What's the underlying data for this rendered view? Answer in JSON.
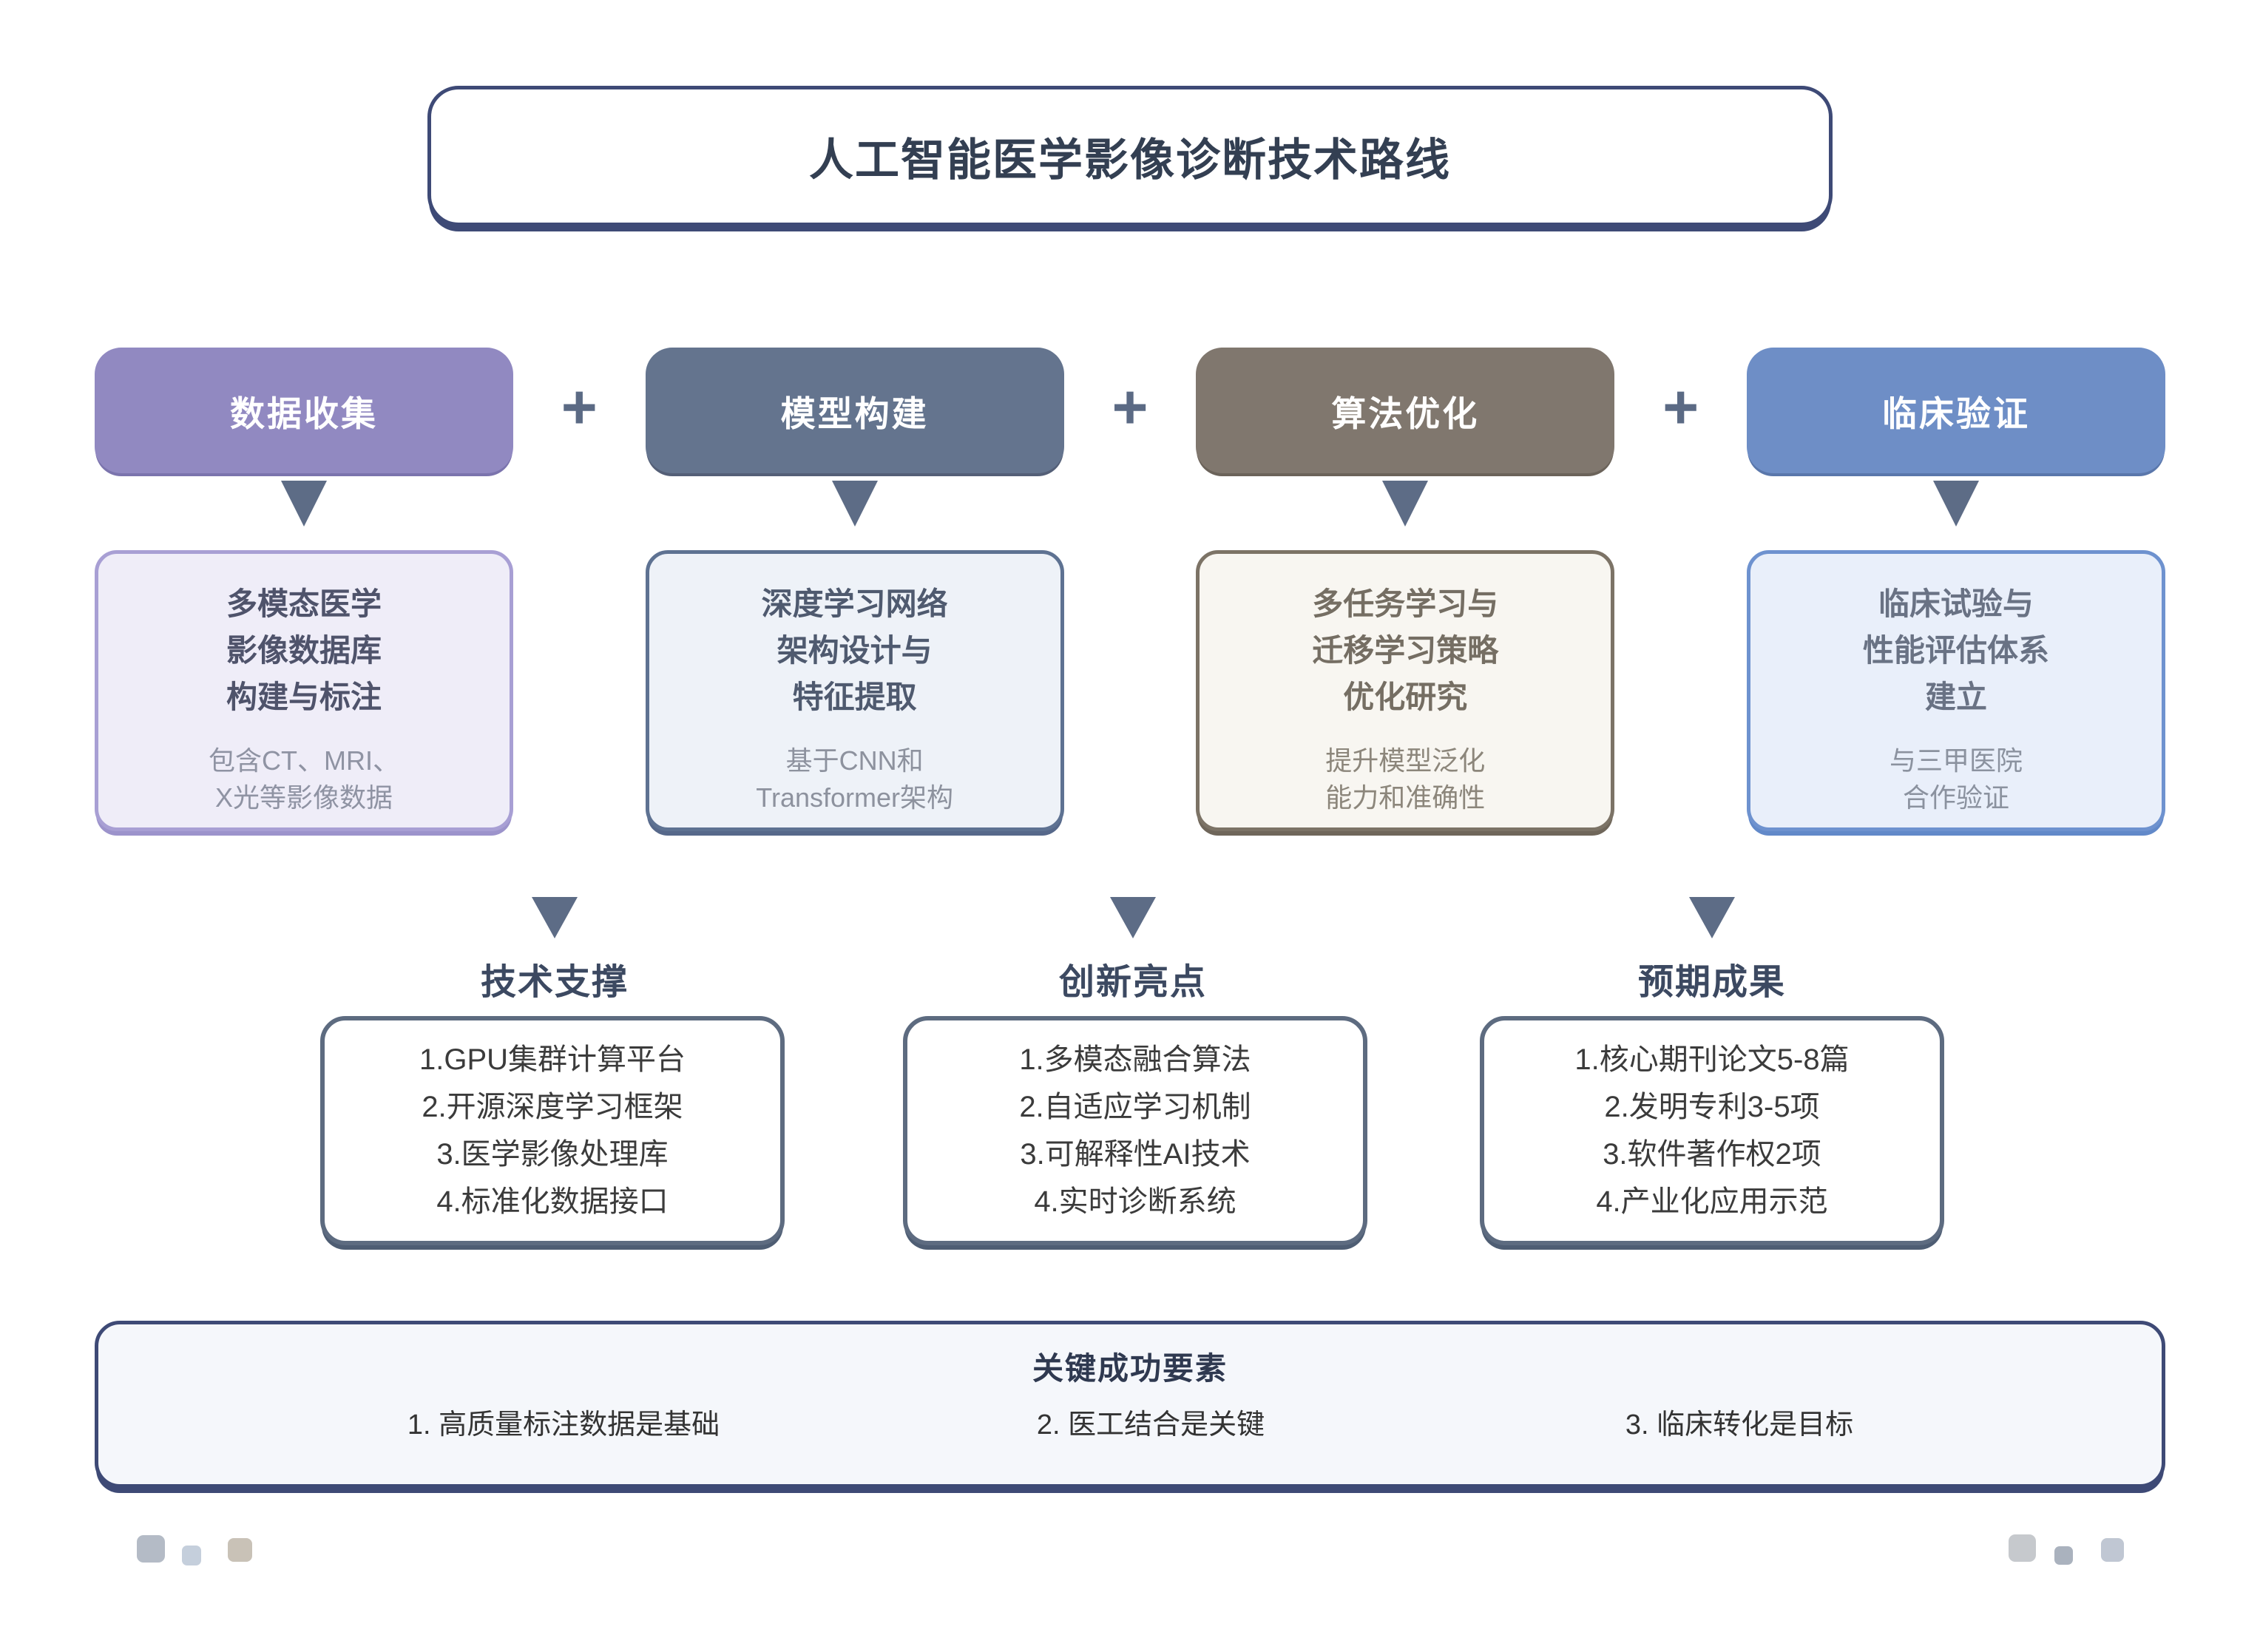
{
  "title": "人工智能医学影像诊断技术路线",
  "plus_label": "+",
  "phases": [
    {
      "label": "数据收集",
      "color": "#9189c1",
      "detail": {
        "title_lines": [
          "多模态医学",
          "影像数据库",
          "构建与标注"
        ],
        "subtitle_lines": [
          "包含CT、MRI、",
          "X光等影像数据"
        ],
        "border_color": "#a89fd4",
        "bg_color": "#efedf8"
      }
    },
    {
      "label": "模型构建",
      "color": "#64748e",
      "detail": {
        "title_lines": [
          "深度学习网络",
          "架构设计与",
          "特征提取"
        ],
        "subtitle_lines": [
          "基于CNN和",
          "Transformer架构"
        ],
        "border_color": "#5e7292",
        "bg_color": "#eef2f8"
      }
    },
    {
      "label": "算法优化",
      "color": "#80776e",
      "detail": {
        "title_lines": [
          "多任务学习与",
          "迁移学习策略",
          "优化研究"
        ],
        "subtitle_lines": [
          "提升模型泛化",
          "能力和准确性"
        ],
        "border_color": "#7c7366",
        "bg_color": "#f8f6f1"
      }
    },
    {
      "label": "临床验证",
      "color": "#6e8ec6",
      "detail": {
        "title_lines": [
          "临床试验与",
          "性能评估体系",
          "建立"
        ],
        "subtitle_lines": [
          "与三甲医院",
          "合作验证"
        ],
        "border_color": "#6e92cf",
        "bg_color": "#e9effa"
      }
    }
  ],
  "sections": [
    {
      "heading": "技术支撑",
      "items": [
        "1.GPU集群计算平台",
        "2.开源深度学习框架",
        "3.医学影像处理库",
        "4.标准化数据接口"
      ]
    },
    {
      "heading": "创新亮点",
      "items": [
        "1.多模态融合算法",
        "2.自适应学习机制",
        "3.可解释性AI技术",
        "4.实时诊断系统"
      ]
    },
    {
      "heading": "预期成果",
      "items": [
        "1.核心期刊论文5-8篇",
        "2.发明专利3-5项",
        "3.软件著作权2项",
        "4.产业化应用示范"
      ]
    }
  ],
  "footer": {
    "heading": "关键成功要素",
    "items": [
      "1. 高质量标注数据是基础",
      "2. 医工结合是关键",
      "3. 临床转化是目标"
    ]
  },
  "accent_colors": {
    "outline_navy": "#3e4a76",
    "arrow_slate": "#5d6c86",
    "section_border": "#5d6b80",
    "footer_bg": "#f5f7fb"
  }
}
